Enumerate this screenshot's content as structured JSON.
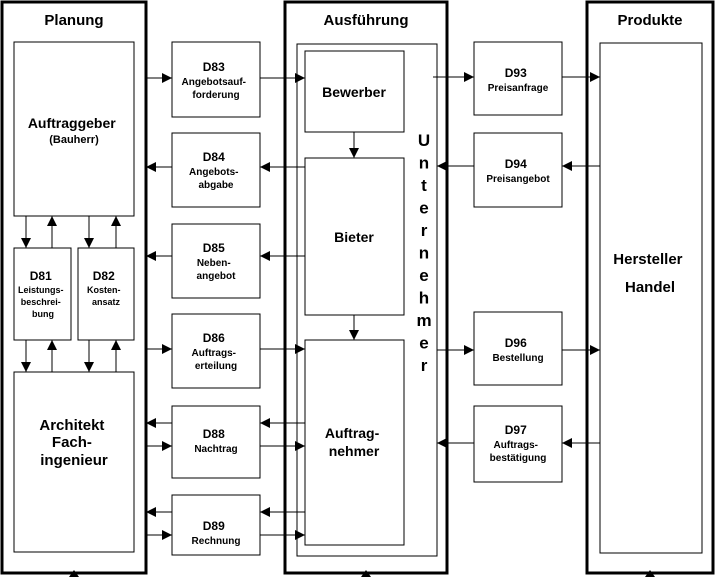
{
  "columns": {
    "planung": "Planung",
    "ausfuehrung": "Ausführung",
    "produkte": "Produkte"
  },
  "boxes": {
    "auftraggeber": [
      "Auftraggeber",
      "(Bauherr)"
    ],
    "d81": [
      "D81",
      "Leistungs-",
      "beschrei-",
      "bung"
    ],
    "d82": [
      "D82",
      "Kosten-",
      "ansatz"
    ],
    "architekt": [
      "Architekt",
      "",
      "Fach-",
      "ingenieur"
    ],
    "d83": [
      "D83",
      "Angebotsauf-",
      "forderung"
    ],
    "d84": [
      "D84",
      "Angebots-",
      "abgabe"
    ],
    "d85": [
      "D85",
      "Neben-",
      "angebot"
    ],
    "d86": [
      "D86",
      "Auftrags-",
      "erteilung"
    ],
    "d88": [
      "D88",
      "Nachtrag"
    ],
    "d89": [
      "D89",
      "Rechnung"
    ],
    "bewerber": [
      "Bewerber"
    ],
    "bieter": [
      "Bieter"
    ],
    "auftragnehmer": [
      "Auftrag-",
      "nehmer"
    ],
    "unternehmer": "Unternehmer",
    "d93": [
      "D93",
      "Preisanfrage"
    ],
    "d94": [
      "D94",
      "Preisangebot"
    ],
    "d96": [
      "D96",
      "Bestellung"
    ],
    "d97": [
      "D97",
      "Auftrags-",
      "bestätigung"
    ],
    "hersteller": [
      "Hersteller",
      "",
      "",
      "Handel"
    ]
  },
  "colors": {
    "line": "#000000",
    "background": "#ffffff"
  }
}
